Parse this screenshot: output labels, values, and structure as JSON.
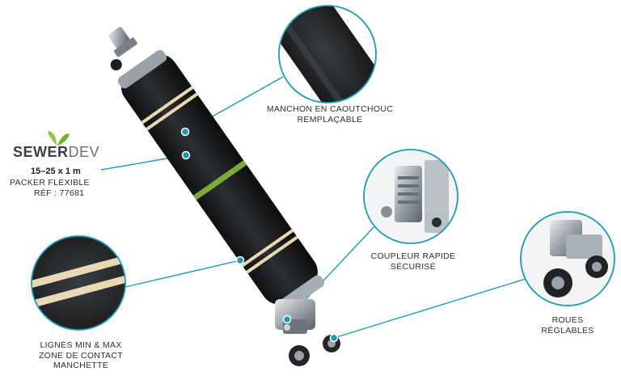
{
  "brand": {
    "logo_main": "SEWER",
    "logo_accent": "DEV",
    "size": "15–25 x 1 m",
    "product_name": "PACKER FLEXIBLE",
    "reference": "RÉF : 77681"
  },
  "callouts": {
    "sleeve": {
      "line1": "MANCHON EN CAOUTCHOUC",
      "line2": "REMPLAÇABLE"
    },
    "coupler": {
      "line1": "COUPLEUR RAPIDE",
      "line2": "SÉCURISÉ"
    },
    "wheels": {
      "line1": "ROUES",
      "line2": "RÉGLABLES"
    },
    "lines": {
      "line1": "LIGNES MIN & MAX",
      "line2": "ZONE DE CONTACT",
      "line3": "MANCHETTE"
    }
  },
  "colors": {
    "accent_teal": "#1a9bb5",
    "leaf_green": "#8cc63f",
    "rubber": "#1c1e20",
    "band": "#e8d8b4"
  }
}
